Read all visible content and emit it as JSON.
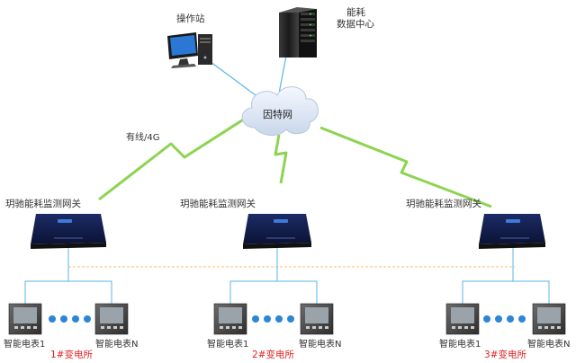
{
  "nodes": {
    "workstation": {
      "label": "操作站"
    },
    "datacenter": {
      "line1": "能耗",
      "line2": "数据中心"
    },
    "internet": {
      "label": "因特网"
    },
    "uplink": {
      "label": "有线/4G"
    },
    "gateways": [
      {
        "label": "玥驰能耗监测网关"
      },
      {
        "label": "玥驰能耗监测网关"
      },
      {
        "label": "玥驰能耗监测网关"
      }
    ],
    "substations": [
      {
        "meter_first": "智能电表1",
        "meter_last": "智能电表N",
        "name": "1#变电所"
      },
      {
        "meter_first": "智能电表1",
        "meter_last": "智能电表N",
        "name": "2#变电所"
      },
      {
        "meter_first": "智能电表1",
        "meter_last": "智能电表N",
        "name": "3#变电所"
      }
    ]
  },
  "colors": {
    "link_blue": "#5ab4e6",
    "wireless_green": "#8cd450",
    "bus_orange": "#f5c26b",
    "substation_red": "#e02020"
  }
}
